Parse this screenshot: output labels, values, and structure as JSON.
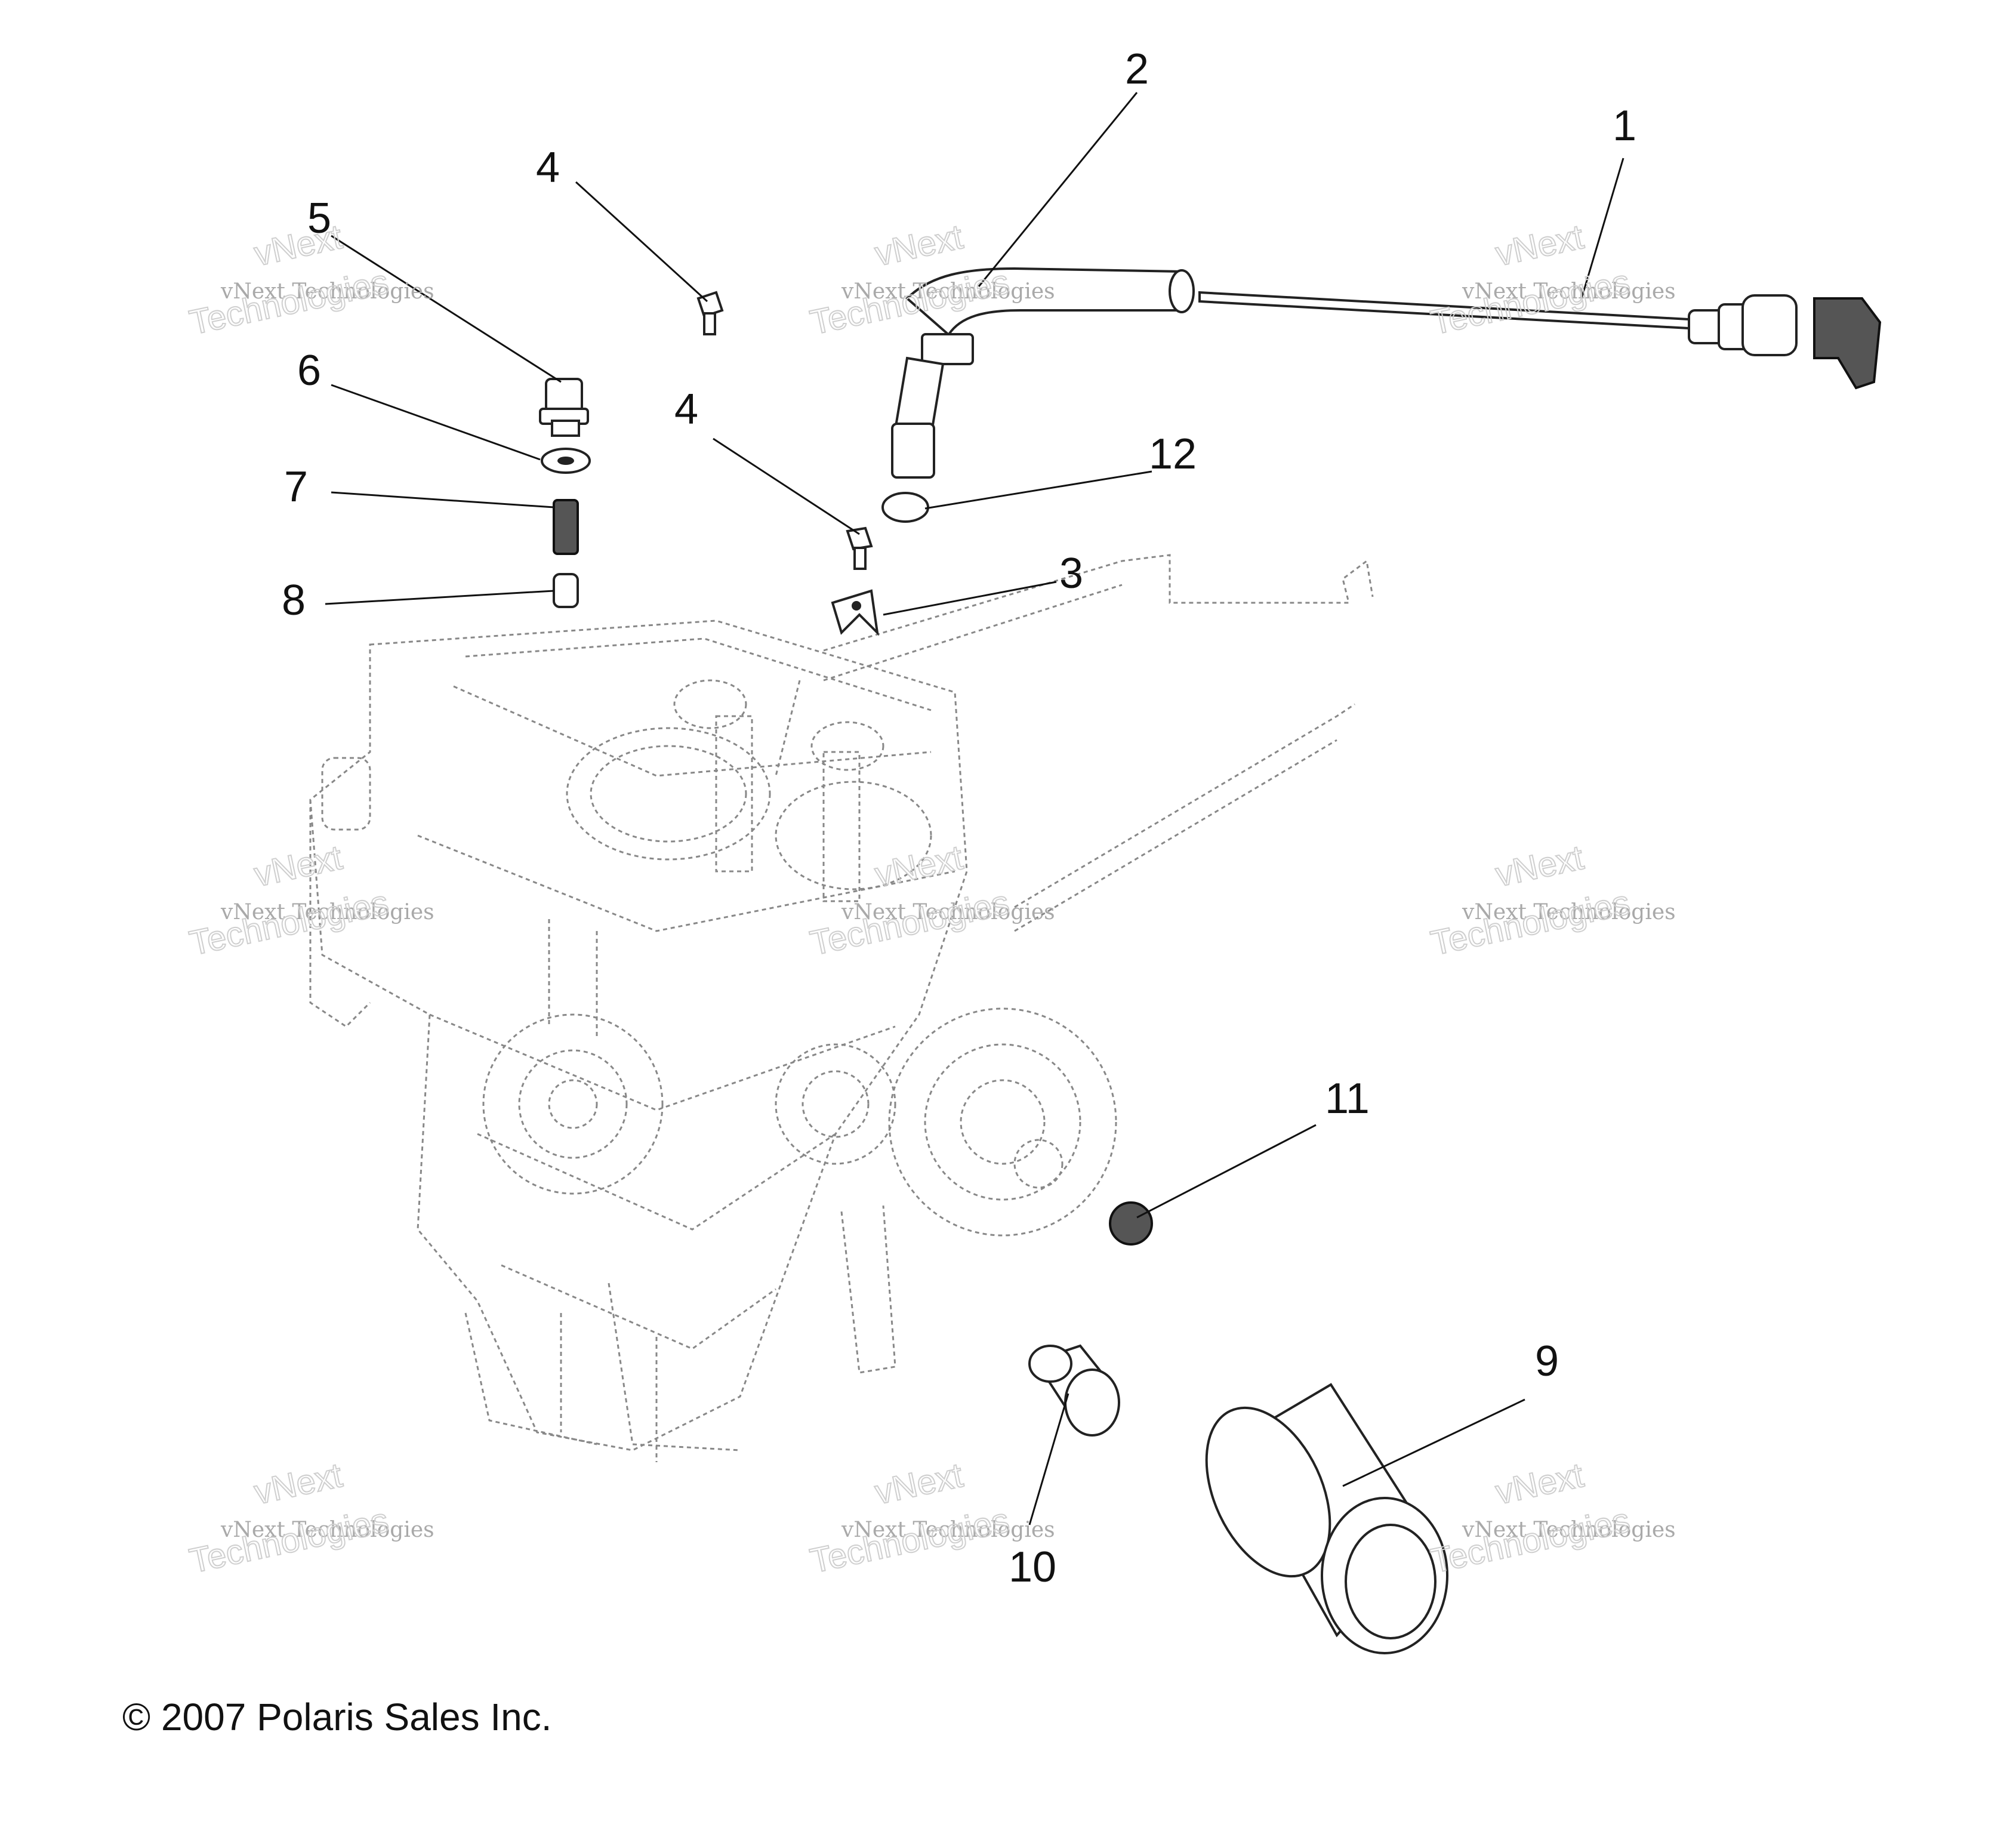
{
  "callouts": {
    "c1": "1",
    "c2": "2",
    "c3": "3",
    "c4a": "4",
    "c4b": "4",
    "c5": "5",
    "c6": "6",
    "c7": "7",
    "c8": "8",
    "c9": "9",
    "c10": "10",
    "c11": "11",
    "c12": "12"
  },
  "watermark": {
    "brand": "vNext",
    "full": "vNext Technologies",
    "word": "Technologies"
  },
  "footer": {
    "copyright": "© 2007 Polaris Sales Inc."
  }
}
